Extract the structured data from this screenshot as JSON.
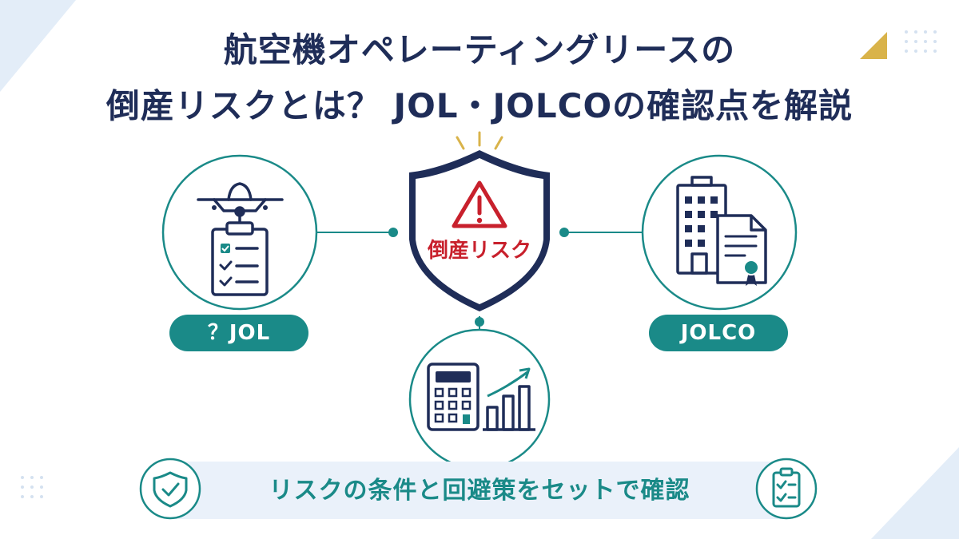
{
  "title": {
    "line1": "航空機オペレーティングリースの",
    "line2": "倒産リスクとは？ JOL・JOLCOの確認点を解説"
  },
  "center": {
    "label": "倒産リスク",
    "icon": "shield-warning-icon"
  },
  "nodes": {
    "left": {
      "label": "？JOL",
      "icons": [
        "airplane-icon",
        "checklist-clipboard-icon"
      ]
    },
    "right": {
      "label": "JOLCO",
      "icons": [
        "office-building-icon",
        "certificate-document-icon"
      ]
    },
    "bottom": {
      "icons": [
        "calculator-icon",
        "rising-bar-chart-icon"
      ]
    }
  },
  "banner": {
    "text": "リスクの条件と回避策をセットで確認",
    "left_icon": "shield-check-icon",
    "right_icon": "clipboard-check-icon"
  },
  "colors": {
    "navy": "#1f2d58",
    "teal": "#1a8a88",
    "red": "#c8202c",
    "gold": "#d9b34a",
    "banner_bg": "#eaf1fa"
  }
}
